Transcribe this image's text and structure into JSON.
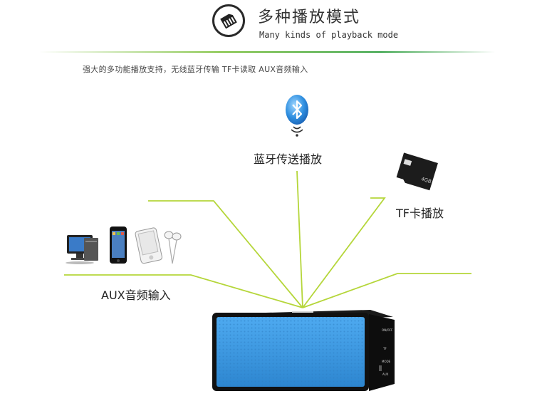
{
  "header": {
    "title_cn": "多种播放模式",
    "title_en": "Many kinds of playback mode",
    "subtitle": "强大的多功能播放支持，无线蓝牙传输 TF卡读取 AUX音频输入"
  },
  "modes": {
    "bluetooth": {
      "label": "蓝牙传送播放",
      "icon": "bluetooth-icon"
    },
    "tf_card": {
      "label": "TF卡播放",
      "icon": "tf-card-icon",
      "card_text": "4GB"
    },
    "aux": {
      "label": "AUX音频输入",
      "icon": "devices-icon"
    }
  },
  "speaker": {
    "side_buttons": [
      "ON/OFF",
      "TF",
      "MODE",
      "AUX"
    ]
  },
  "colors": {
    "accent_line": "#b5d63a",
    "header_green": "#3aa83f",
    "speaker_blue": "#3d9be0"
  }
}
